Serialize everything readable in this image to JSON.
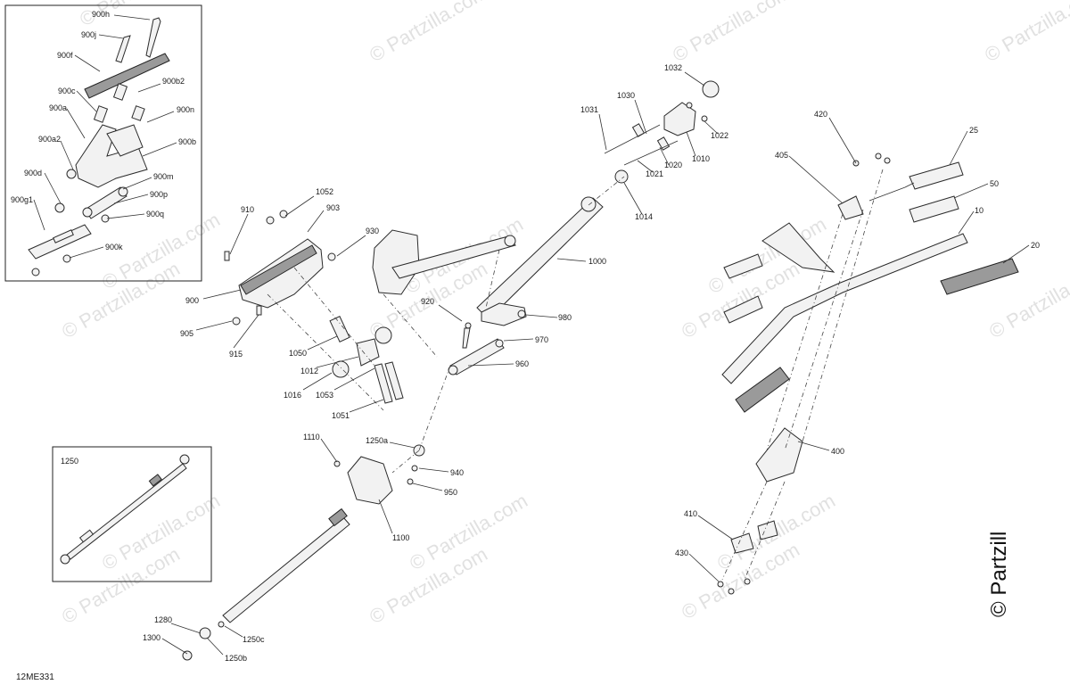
{
  "diagram_code": "12ME331",
  "watermark_text": "© Partzilla.com",
  "corner_watermark": "© Partzill",
  "inset_top_labels": [
    "900h",
    "900j",
    "900f",
    "900c",
    "900b2",
    "900a",
    "900n",
    "900a2",
    "900b",
    "900d",
    "900m",
    "900g1",
    "900p",
    "900q",
    "900k"
  ],
  "inset_bottom_label": "1250",
  "callouts": [
    "1032",
    "1030",
    "1031",
    "1022",
    "1010",
    "1020",
    "1021",
    "1014",
    "1000",
    "910",
    "1052",
    "903",
    "930",
    "900",
    "905",
    "915",
    "920",
    "980",
    "970",
    "960",
    "1050",
    "1012",
    "1016",
    "1053",
    "1051",
    "1110",
    "1250a",
    "940",
    "950",
    "1100",
    "1280",
    "1300",
    "1250c",
    "1250b",
    "420",
    "405",
    "25",
    "50",
    "10",
    "20",
    "400",
    "410",
    "430"
  ]
}
